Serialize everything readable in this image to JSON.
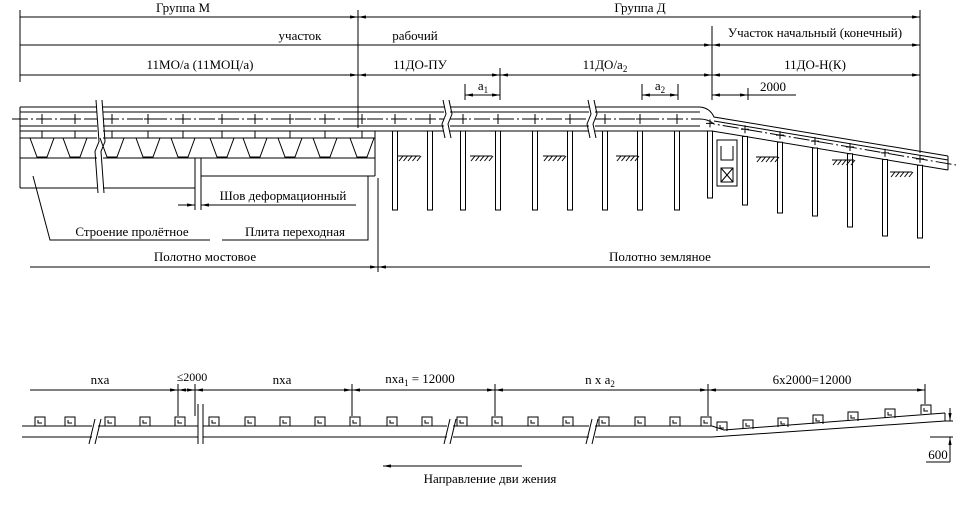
{
  "groups": {
    "m": "Группа М",
    "d": "Группа Д"
  },
  "sections": {
    "working_word1": "участок",
    "working_word2": "рабочий",
    "initial": "Участок начальный (конечный)"
  },
  "types": {
    "bridge": "11МО/а (11МОЦ/а)",
    "transition": "11ДО-ПУ",
    "road": {
      "main": "11ДО/а",
      "sub": "2"
    },
    "end": "11ДО-Н(К)"
  },
  "spacing": {
    "a1": {
      "main": "а",
      "sub": "1"
    },
    "a2": {
      "main": "а",
      "sub": "2"
    },
    "end_step": "2000"
  },
  "labels": {
    "joint": "Шов деформационный",
    "span": "Строение пролётное",
    "slab": "Плита переходная",
    "bridge_deck": "Полотно мостовое",
    "earth_bed": "Полотно земляное"
  },
  "plan": {
    "bridge_posts": "nxa",
    "joint_gap": "≤2000",
    "slab_posts": "nxa",
    "transition_posts": {
      "main": "nxa",
      "sub": "1",
      "tail": " = 12000"
    },
    "road_posts": {
      "main": "n x a",
      "sub": "2"
    },
    "end_posts": "6x2000=12000",
    "offset": "600",
    "direction": "Направление дви жения"
  }
}
